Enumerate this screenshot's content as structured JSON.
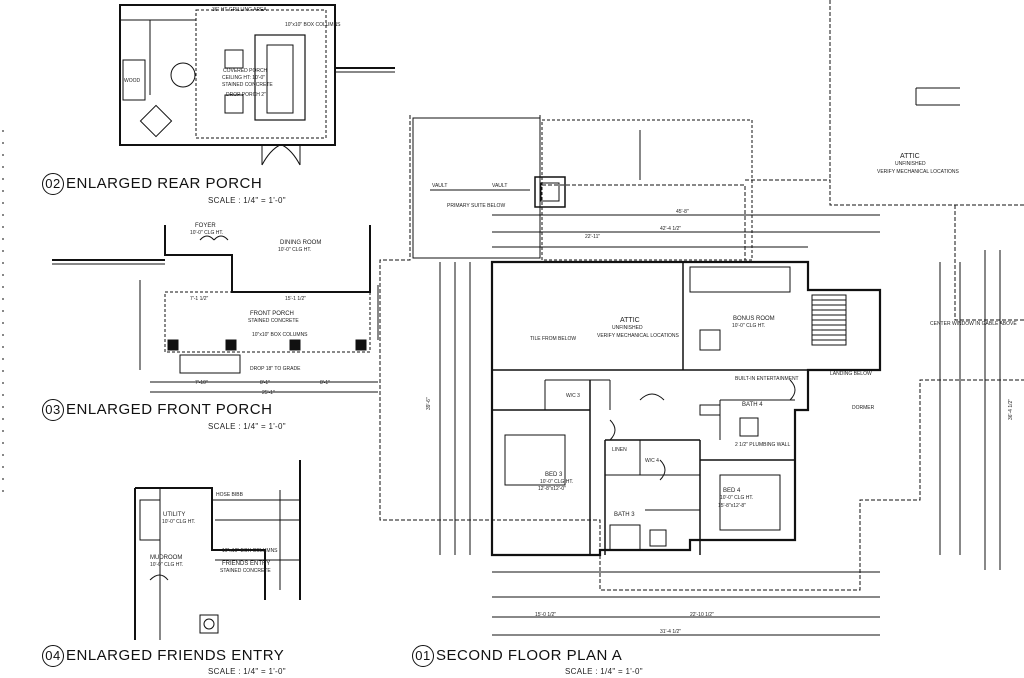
{
  "views": {
    "rear_porch": {
      "number": "02",
      "title": "ENLARGED REAR PORCH",
      "scale": "SCALE : 1/4\" = 1'-0\""
    },
    "front_porch": {
      "number": "03",
      "title": "ENLARGED FRONT PORCH",
      "scale": "SCALE : 1/4\" = 1'-0\""
    },
    "friends_entry": {
      "number": "04",
      "title": "ENLARGED FRIENDS ENTRY",
      "scale": "SCALE : 1/4\" = 1'-0\""
    },
    "second_floor": {
      "number": "01",
      "title": "SECOND FLOOR PLAN A",
      "scale": "SCALE : 1/4\" = 1'-0\""
    }
  },
  "rear_porch_labels": {
    "grilling": "36\" HT GRILLING AREA",
    "covered_porch": "COVERED PORCH",
    "ceiling": "CEILING HT: 10'-0\"",
    "concrete": "STAINED CONCRETE",
    "drop": "DROP PORCH 2\"",
    "columns": "10\"x10\" BOX COLUMNS",
    "wood": "WOOD"
  },
  "front_porch_labels": {
    "foyer": "FOYER",
    "foyer_ht": "10'-0\" CLG HT.",
    "dining": "DINING ROOM",
    "dining_ht": "10'-0\" CLG HT.",
    "front_porch": "FRONT PORCH",
    "concrete": "STAINED CONCRETE",
    "columns": "10\"x10\" BOX COLUMNS",
    "drop_grade": "DROP 18\" TO GRADE",
    "dim_total": "25'-1\"",
    "dim_a": "7'-10\"",
    "dim_b": "8'-1\"",
    "dim_c": "8'-1\"",
    "dim_d": "15'-1 1/2\"",
    "dim_e": "7'-1 1/2\""
  },
  "friends_entry_labels": {
    "utility": "UTILITY",
    "utility_ht": "10'-0\" CLG HT.",
    "mudroom": "MUDROOM",
    "mudroom_ht": "10'-0\" CLG HT.",
    "friends_entry": "FRIENDS ENTRY",
    "concrete": "STAINED CONCRETE",
    "hose_bibb": "HOSE BIBB",
    "columns": "10\"x10\" BOX COLUMNS"
  },
  "second_floor_labels": {
    "attic_main": "ATTIC",
    "attic_main_sub": "UNFINISHED",
    "attic_main_note": "VERIFY MECHANICAL LOCATIONS",
    "attic_right": "ATTIC",
    "attic_right_sub": "UNFINISHED",
    "attic_right_note": "VERIFY MECHANICAL LOCATIONS",
    "bonus_room": "BONUS ROOM",
    "bonus_ht": "10'-0\" CLG HT.",
    "bed3": "BED 3",
    "bed3_ht": "10'-0\" CLG HT.",
    "bed3_dim": "12'-8\"x12'-0\"",
    "bed4": "BED 4",
    "bed4_ht": "10'-0\" CLG HT.",
    "bed4_dim": "15'-8\"x12'-8\"",
    "bath3": "BATH 3",
    "bath4": "BATH 4",
    "wic3": "W/C 3",
    "wic4": "W/C 4",
    "vault_a": "VAULT",
    "vault_b": "VAULT",
    "primary_suite": "PRIMARY SUITE BELOW",
    "tile_below": "TILE FROM BELOW",
    "landing": "LANDING BELOW",
    "dormer": "DORMER",
    "builtin": "BUILT-IN ENTERTAINMENT",
    "linen": "LINEN",
    "center_window": "CENTER WINDOW IN GABLE ABOVE",
    "plumbing_wall": "2 1/2\" PLUMBING WALL",
    "dim_overall": "45'-8\"",
    "dim_top1": "42'-4 1/2\"",
    "dim_top2": "22'-11\"",
    "dim_bottom": "31'-4 1/2\"",
    "dim_bottom2": "22'-10 1/2\"",
    "dim_bottom3": "15'-0 1/2\"",
    "dim_left": "39'-6\"",
    "dim_right": "36'-4 1/2\""
  }
}
